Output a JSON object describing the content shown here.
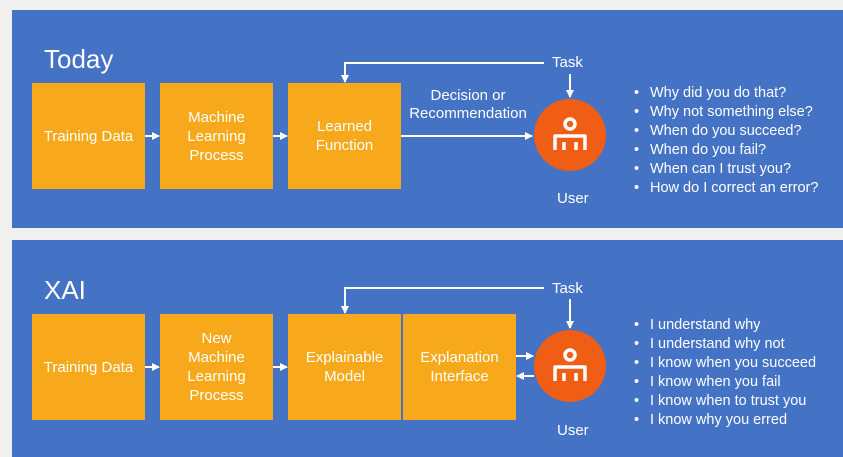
{
  "today": {
    "title": "Today",
    "boxes": {
      "training_data": "Training Data",
      "ml_process": "Machine Learning Process",
      "learned_function": "Learned Function"
    },
    "task_label": "Task",
    "decision_label": "Decision or Recommendation",
    "user_label": "User",
    "questions": [
      "Why did you do that?",
      "Why not something else?",
      "When do you succeed?",
      "When do you fail?",
      "When can I trust you?",
      "How do I correct an error?"
    ]
  },
  "xai": {
    "title": "XAI",
    "boxes": {
      "training_data": "Training Data",
      "new_ml_process": "New Machine Learning Process",
      "explainable_model": "Explainable Model",
      "explanation_interface": "Explanation Interface"
    },
    "task_label": "Task",
    "user_label": "User",
    "statements": [
      "I understand why",
      "I understand why not",
      "I know when you succeed",
      "I know when you fail",
      "I know when to trust you",
      "I know why you erred"
    ]
  },
  "colors": {
    "panel": "#4472c4",
    "box": "#f7a91b",
    "user_circle": "#f05e16",
    "text": "#ffffff"
  },
  "icons": {
    "user": "user-icon"
  }
}
